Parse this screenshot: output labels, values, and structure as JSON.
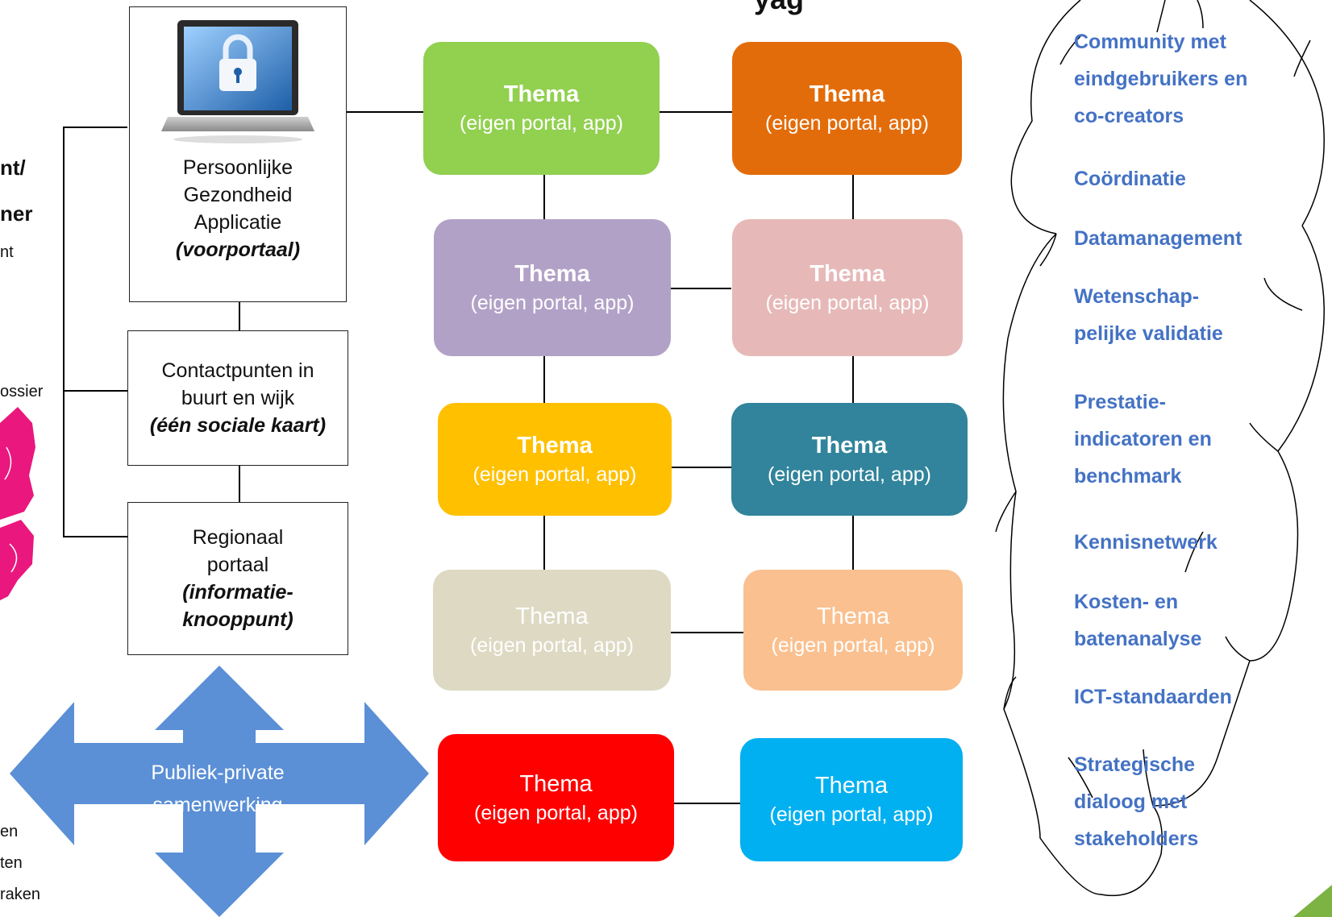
{
  "top_fragment": "yag",
  "left_fragments": {
    "heading_line1": "nt/",
    "heading_line2": "ner",
    "line3": "nt",
    "line4": "ossier",
    "bottom1": "en",
    "bottom2": "ten",
    "bottom3": "raken"
  },
  "laptop": {
    "icon": "lock-icon",
    "label_lines": [
      "Persoonlijke",
      "Gezondheid",
      "Applicatie"
    ],
    "italic_label": "(voorportaal)"
  },
  "contactpunten": {
    "label_lines": [
      "Contactpunten in",
      "buurt en wijk"
    ],
    "italic_label": "(één sociale kaart)"
  },
  "regionaal": {
    "label_lines": [
      "Regionaal",
      "portaal"
    ],
    "italic_lines": [
      "(informatie-",
      "knooppunt)"
    ]
  },
  "ppp": {
    "label_lines": [
      "Publiek-private",
      "samenwerking"
    ],
    "color": "#5B8FD6"
  },
  "themes": [
    {
      "title": "Thema",
      "subtitle": "(eigen portal, app)",
      "color": "#92D050",
      "text_color": "#ffffff",
      "bold": true
    },
    {
      "title": "Thema",
      "subtitle": "(eigen portal, app)",
      "color": "#E36C0A",
      "text_color": "#ffffff",
      "bold": true
    },
    {
      "title": "Thema",
      "subtitle": "(eigen portal, app)",
      "color": "#B2A1C7",
      "text_color": "#ffffff",
      "bold": true
    },
    {
      "title": "Thema",
      "subtitle": "(eigen portal, app)",
      "color": "#E6B9B8",
      "text_color": "#ffffff",
      "bold": true
    },
    {
      "title": "Thema",
      "subtitle": "(eigen portal, app)",
      "color": "#FFC000",
      "text_color": "#ffffff",
      "bold": true
    },
    {
      "title": "Thema",
      "subtitle": "(eigen portal, app)",
      "color": "#31849B",
      "text_color": "#ffffff",
      "bold": true
    },
    {
      "title": "Thema",
      "subtitle": "(eigen portal, app)",
      "color": "#DDD9C3",
      "text_color": "#ffffff",
      "bold": false
    },
    {
      "title": "Thema",
      "subtitle": "(eigen portal, app)",
      "color": "#FAC08F",
      "text_color": "#ffffff",
      "bold": false
    },
    {
      "title": "Thema",
      "subtitle": "(eigen portal, app)",
      "color": "#FF0000",
      "text_color": "#ffffff",
      "bold": false
    },
    {
      "title": "Thema",
      "subtitle": "(eigen portal, app)",
      "color": "#00B0F0",
      "text_color": "#ffffff",
      "bold": false
    }
  ],
  "cloud_items": [
    [
      "Community met",
      "eindgebruikers en",
      "co-creators"
    ],
    [
      "Coördinatie"
    ],
    [
      "Datamanagement"
    ],
    [
      "Wetenschap-",
      "pelijke validatie"
    ],
    [
      "Prestatie-",
      "indicatoren en",
      "benchmark"
    ],
    [
      "Kennisnetwerk"
    ],
    [
      "Kosten- en",
      "batenanalyse"
    ],
    [
      "ICT-standaarden"
    ],
    [
      "Strategische",
      "dialoog met",
      "stakeholders"
    ]
  ]
}
